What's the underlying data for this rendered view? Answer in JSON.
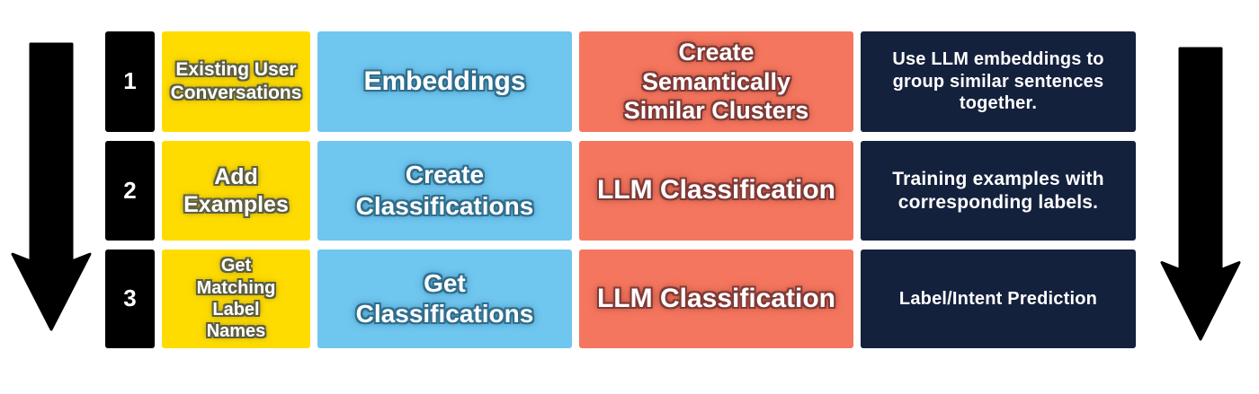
{
  "icons": {
    "left_arrow": "down-arrow-icon",
    "right_arrow": "down-arrow-icon"
  },
  "colors": {
    "step_box": "#000000",
    "stage1": "#FFDC00",
    "stage2": "#6FC6EF",
    "stage3": "#F4765E",
    "description": "#14213D",
    "text": "#FFFFFF",
    "arrow": "#000000",
    "background": "#FFFFFF"
  },
  "rows": [
    {
      "step": "1",
      "cells": [
        {
          "text": "Existing User\nConversations"
        },
        {
          "text": "Embeddings"
        },
        {
          "text": "Create\nSemantically\nSimilar Clusters"
        },
        {
          "text": "Use LLM embeddings to\ngroup similar sentences\ntogether."
        }
      ]
    },
    {
      "step": "2",
      "cells": [
        {
          "text": "Add\nExamples"
        },
        {
          "text": "Create\nClassifications"
        },
        {
          "text": "LLM Classification"
        },
        {
          "text": "Training examples with\ncorresponding labels."
        }
      ]
    },
    {
      "step": "3",
      "cells": [
        {
          "text": "Get\nMatching\nLabel\nNames"
        },
        {
          "text": "Get\nClassifications"
        },
        {
          "text": "LLM Classification"
        },
        {
          "text": "Label/Intent Prediction"
        }
      ]
    }
  ]
}
